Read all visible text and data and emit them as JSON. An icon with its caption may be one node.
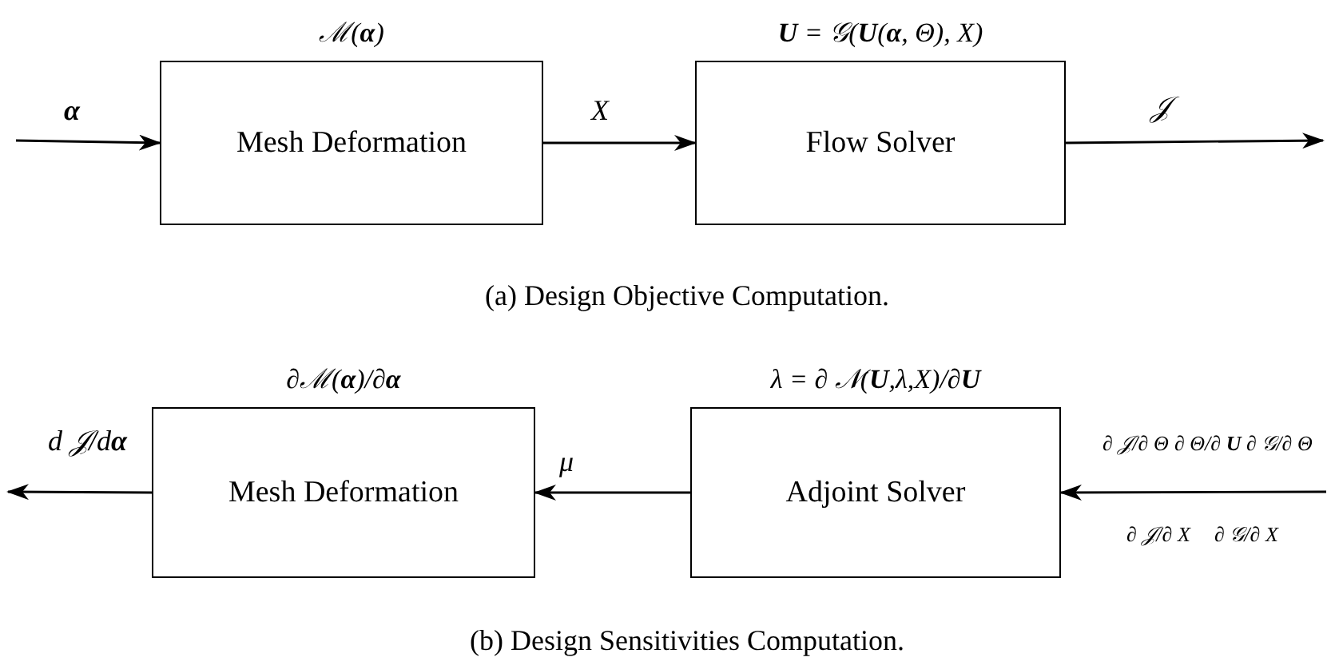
{
  "diagram": {
    "nodes": [
      {
        "text": [
          "Mesh Deformation"
        ],
        "beside": [
          "ℳ(**α**)"
        ]
      },
      {
        "text": [
          "Flow Solver"
        ],
        "beside": [
          "**U** = 𝒢(**U**(**α**, Θ), X)"
        ]
      },
      {
        "text": [
          "Mesh Deformation"
        ],
        "beside": [
          "∂ℳ(**α**)/∂**α**"
        ]
      },
      {
        "text": [
          "Adjoint Solver"
        ],
        "beside": [
          "λ = ∂ 𝒩(**U**,λ,X)/∂**U**"
        ]
      }
    ],
    "edges": [
      {
        "from": null,
        "to": 0,
        "arrow": "to",
        "label": "**α**"
      },
      {
        "from": 0,
        "to": 1,
        "arrow": "to",
        "label": "X"
      },
      {
        "from": 1,
        "to": null,
        "arrow": "to",
        "label": "𝒥"
      },
      {
        "from": 3,
        "to": 2,
        "arrow": "to",
        "label": "μ"
      },
      {
        "from": 2,
        "to": null,
        "arrow": "to",
        "label": "d 𝒥/d**α**"
      },
      {
        "from": null,
        "to": 3,
        "arrow": "to"
      }
    ],
    "labels": [
      "(a) Design Objective Computation.",
      "∂ 𝒥/∂ Θ",
      "∂ Θ/∂ **U**",
      "∂ 𝒢/∂ Θ",
      "∂ 𝒥/∂ X",
      "∂ 𝒢/∂ X",
      "(b) Design Sensitivities Computation."
    ]
  }
}
